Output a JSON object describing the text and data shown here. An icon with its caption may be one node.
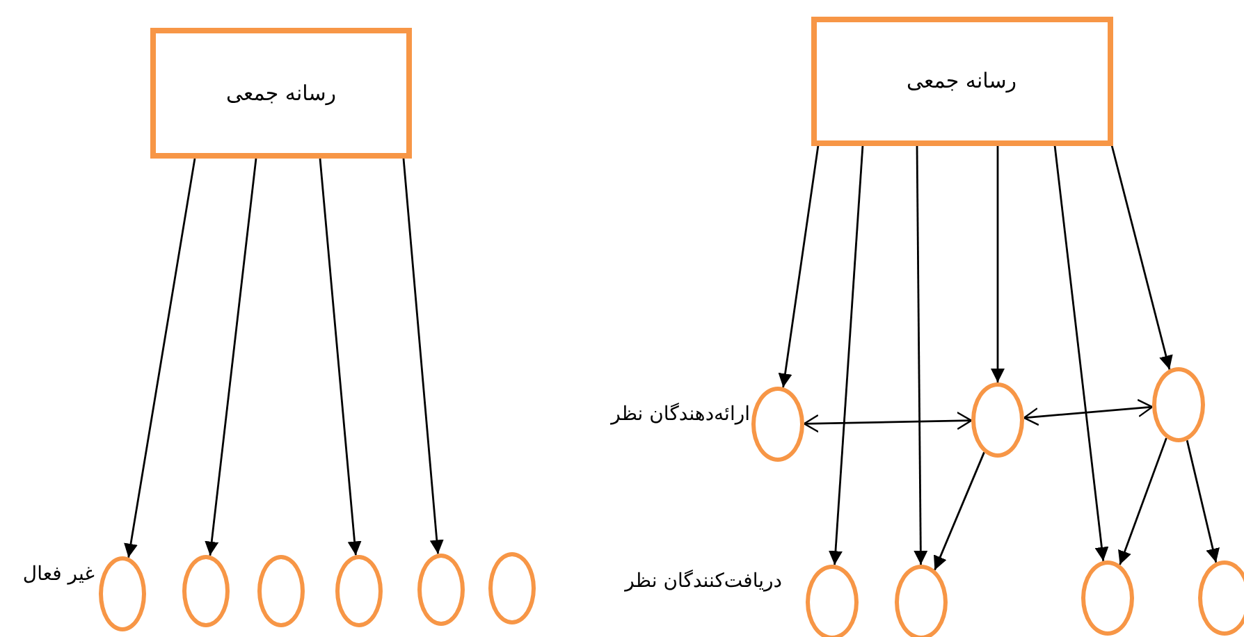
{
  "diagram": {
    "nodes": [
      {
        "text": [
          "رسانه جمعی"
        ]
      },
      {
        "text": [],
        "shape": "circle"
      },
      {
        "text": [],
        "shape": "circle"
      },
      {
        "text": [],
        "shape": "circle"
      },
      {
        "text": [],
        "shape": "circle"
      },
      {
        "text": [],
        "shape": "circle"
      },
      {
        "text": [],
        "shape": "circle"
      },
      {
        "text": [
          "رسانه جمعی"
        ]
      },
      {
        "text": [],
        "shape": "circle"
      },
      {
        "text": [],
        "shape": "circle"
      },
      {
        "text": [],
        "shape": "circle"
      },
      {
        "text": [],
        "shape": "circle"
      },
      {
        "text": [],
        "shape": "circle"
      },
      {
        "text": [],
        "shape": "circle"
      },
      {
        "text": [],
        "shape": "circle"
      }
    ],
    "edges": [
      {
        "from": 0,
        "to": 1,
        "arrow": "to"
      },
      {
        "from": 0,
        "to": 2,
        "arrow": "to"
      },
      {
        "from": 0,
        "to": 4,
        "arrow": "to"
      },
      {
        "from": 0,
        "to": 5,
        "arrow": "to"
      },
      {
        "from": 7,
        "to": 8,
        "arrow": "to"
      },
      {
        "from": 7,
        "to": 11,
        "arrow": "to"
      },
      {
        "from": 7,
        "to": 12,
        "arrow": "to"
      },
      {
        "from": 7,
        "to": 9,
        "arrow": "to"
      },
      {
        "from": 7,
        "to": 13,
        "arrow": "to"
      },
      {
        "from": 7,
        "to": 10,
        "arrow": "to"
      },
      {
        "from": 8,
        "to": 9,
        "arrow": "both"
      },
      {
        "from": 9,
        "to": 10,
        "arrow": "both"
      },
      {
        "from": 9,
        "to": 12,
        "arrow": "to"
      },
      {
        "from": 10,
        "to": 13,
        "arrow": "to"
      },
      {
        "from": 10,
        "to": 14,
        "arrow": "to"
      }
    ],
    "labels": [
      "غیر فعال",
      "ارائه‌دهندگان نظر",
      "دریافت‌کنندگان نظر"
    ]
  }
}
